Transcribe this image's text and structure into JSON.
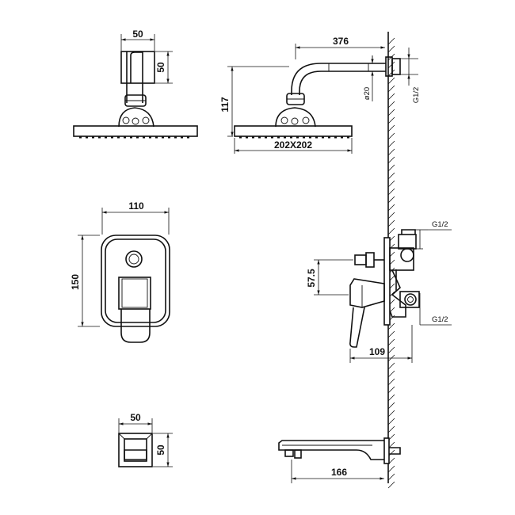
{
  "drawing": {
    "shower_head_top": {
      "arm_width": "50",
      "arm_height": "50"
    },
    "shower_head_side": {
      "arm_length": "376",
      "height": "117",
      "pipe_diameter": "ø20",
      "head_size": "202X202",
      "thread": "G1/2"
    },
    "mixer_front": {
      "width": "110",
      "height": "150"
    },
    "mixer_side": {
      "inlet_top": "G1/2",
      "inlet_bottom": "G1/2",
      "offset": "57.5",
      "depth": "109"
    },
    "spout_front": {
      "width": "50",
      "height": "50"
    },
    "spout_side": {
      "length": "166"
    }
  }
}
